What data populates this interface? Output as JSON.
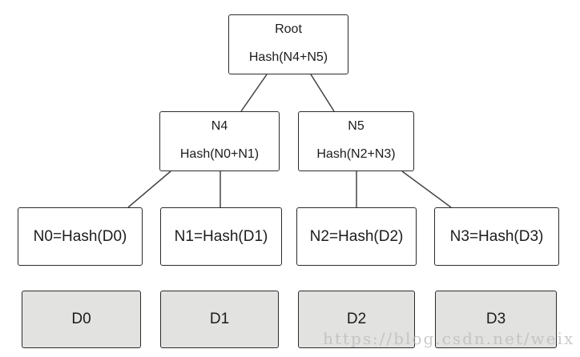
{
  "diagram": {
    "type": "merkle-tree",
    "nodes": {
      "root": {
        "title": "Root",
        "hash": "Hash(N4+N5)"
      },
      "n4": {
        "title": "N4",
        "hash": "Hash(N0+N1)"
      },
      "n5": {
        "title": "N5",
        "hash": "Hash(N2+N3)"
      },
      "n0": {
        "label": "N0=Hash(D0)"
      },
      "n1": {
        "label": "N1=Hash(D1)"
      },
      "n2": {
        "label": "N2=Hash(D2)"
      },
      "n3": {
        "label": "N3=Hash(D3)"
      },
      "d0": {
        "label": "D0"
      },
      "d1": {
        "label": "D1"
      },
      "d2": {
        "label": "D2"
      },
      "d3": {
        "label": "D3"
      }
    },
    "edges": [
      {
        "from": "root",
        "to": "n4"
      },
      {
        "from": "root",
        "to": "n5"
      },
      {
        "from": "n4",
        "to": "n0"
      },
      {
        "from": "n4",
        "to": "n1"
      },
      {
        "from": "n5",
        "to": "n2"
      },
      {
        "from": "n5",
        "to": "n3"
      }
    ],
    "colors": {
      "node_fill": "#ffffff",
      "data_block_fill": "#e2e2e0",
      "border": "#2b2b2b",
      "line": "#424242",
      "text": "#1c1c1c",
      "watermark": "#b9b9b9"
    }
  },
  "watermark": {
    "text": "https://blog.csdn.net/weix"
  }
}
